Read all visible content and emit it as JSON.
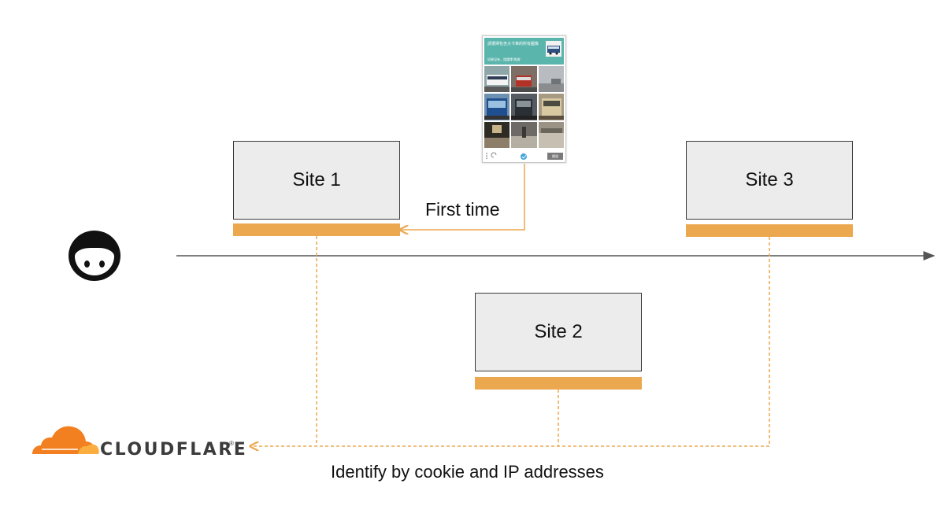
{
  "sites": [
    {
      "label": "Site 1"
    },
    {
      "label": "Site 2"
    },
    {
      "label": "Site 3"
    }
  ],
  "labels": {
    "first_time": "First time",
    "identify": "Identify by cookie and IP addresses"
  },
  "captcha": {
    "title": "請選擇包含大卡車的所有圖像",
    "subtitle": "如果沒有，請選擇\"跳過\"",
    "verify_label": "跳過",
    "tiles": [
      "bus",
      "street",
      "road",
      "bus",
      "bus",
      "bus",
      "street",
      "street",
      "street"
    ]
  },
  "logo": {
    "wordmark": "CLOUDFLARE",
    "registered": "®"
  },
  "colors": {
    "accent_orange": "#eca84f",
    "cloud_orange": "#f38020",
    "cloud_light": "#faae40",
    "captcha_teal": "#5ab5ad",
    "box_fill": "#ececec",
    "timeline": "#555555"
  },
  "icons": {
    "user": "user-face-icon",
    "logo": "cloudflare-cloud-icon"
  }
}
